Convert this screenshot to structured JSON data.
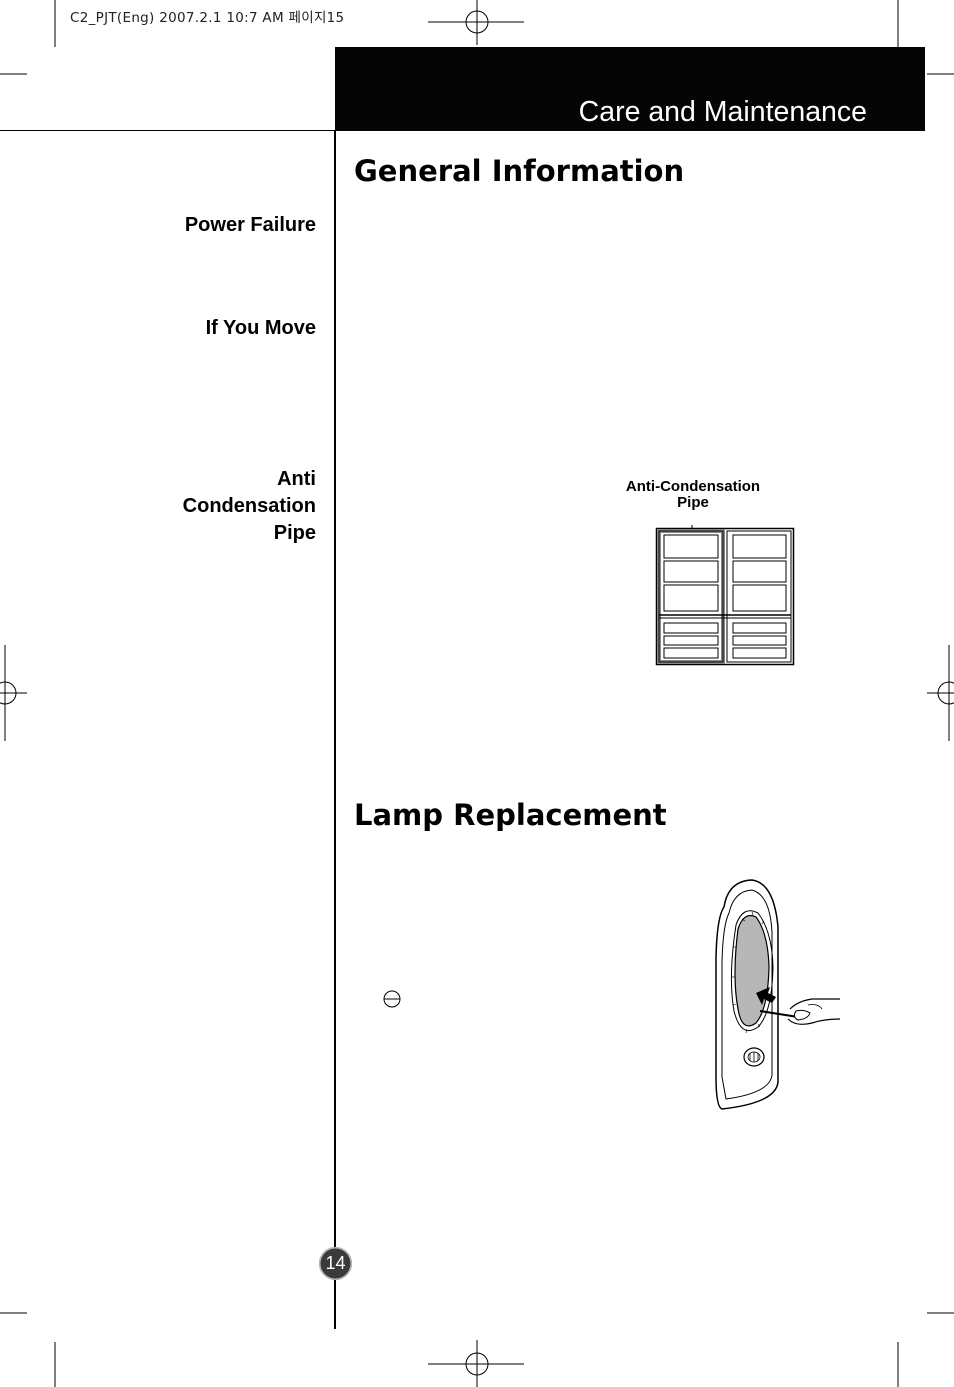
{
  "print_slug": "C2_PJT(Eng)  2007.2.1 10:7 AM 페이지15",
  "header": {
    "title": "Care and Maintenance"
  },
  "sections": {
    "general_information": {
      "title": "General Information"
    },
    "lamp_replacement": {
      "title": "Lamp Replacement"
    }
  },
  "side_labels": {
    "power_failure": "Power Failure",
    "if_you_move": "If You Move",
    "anti_condensation_pipe": [
      "Anti",
      "Condensation",
      "Pipe"
    ]
  },
  "figure": {
    "label": [
      "Anti-Condensation",
      "Pipe"
    ]
  },
  "page_number": "14"
}
